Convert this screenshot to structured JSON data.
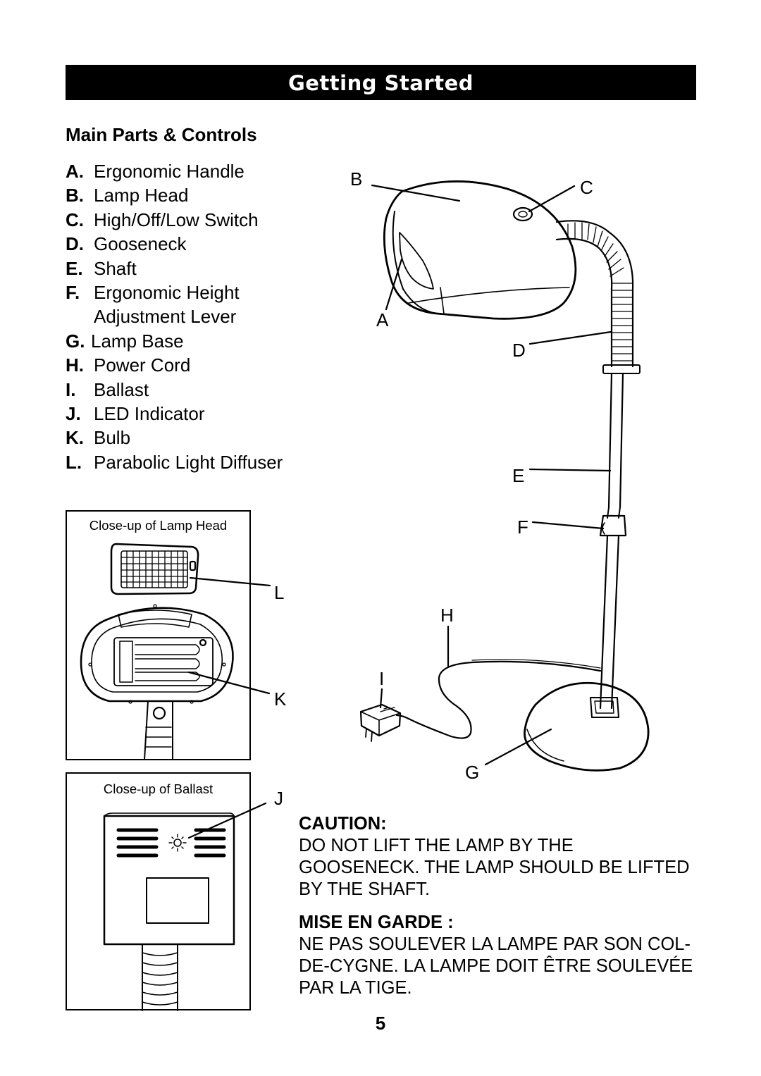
{
  "header": {
    "title": "Getting Started"
  },
  "section_title": "Main Parts & Controls",
  "parts": [
    {
      "letter": "A.",
      "name": "Ergonomic Handle"
    },
    {
      "letter": "B.",
      "name": "Lamp Head"
    },
    {
      "letter": "C.",
      "name": "High/Off/Low Switch"
    },
    {
      "letter": "D.",
      "name": "Gooseneck"
    },
    {
      "letter": "E.",
      "name": "Shaft"
    },
    {
      "letter": "F.",
      "name": "Ergonomic Height\nAdjustment Lever"
    },
    {
      "letter": "G.",
      "name": "Lamp Base"
    },
    {
      "letter": "H.",
      "name": "Power Cord"
    },
    {
      "letter": "I.",
      "name": "Ballast"
    },
    {
      "letter": "J.",
      "name": "LED Indicator"
    },
    {
      "letter": "K.",
      "name": "Bulb"
    },
    {
      "letter": "L.",
      "name": "Parabolic Light Diffuser"
    }
  ],
  "insets": {
    "lamp_head_caption": "Close-up of Lamp Head",
    "ballast_caption": "Close-up of Ballast"
  },
  "callouts": {
    "A": "A",
    "B": "B",
    "C": "C",
    "D": "D",
    "E": "E",
    "F": "F",
    "G": "G",
    "H": "H",
    "I": "I",
    "J": "J",
    "K": "K",
    "L": "L"
  },
  "caution_en": {
    "title": "CAUTION:",
    "text": "DO NOT LIFT THE LAMP BY THE GOOSENECK. THE LAMP SHOULD BE LIFTED BY THE SHAFT."
  },
  "caution_fr": {
    "title": "MISE EN GARDE :",
    "text": "NE PAS SOULEVER LA LAMPE PAR SON COL-DE-CYGNE. LA LAMPE DOIT ÊTRE SOULEVÉE PAR LA TIGE."
  },
  "page_number": "5"
}
